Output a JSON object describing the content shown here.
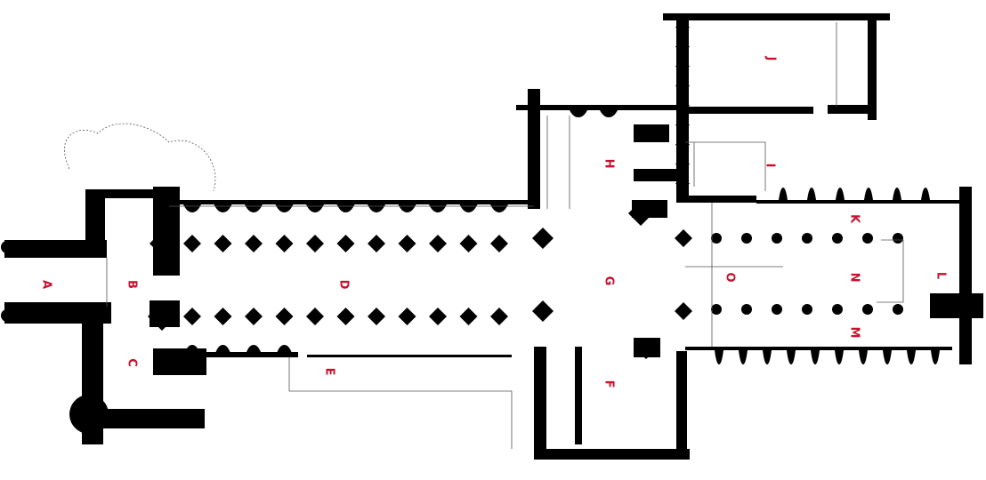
{
  "plan": {
    "accent_color": "#c8102e",
    "labels": {
      "A": "A",
      "B": "B",
      "C": "C",
      "D": "D",
      "E": "E",
      "F": "F",
      "G": "G",
      "H": "H",
      "I": "I",
      "J": "J",
      "K": "K",
      "L": "L",
      "M": "M",
      "N": "N",
      "O": "O"
    }
  }
}
